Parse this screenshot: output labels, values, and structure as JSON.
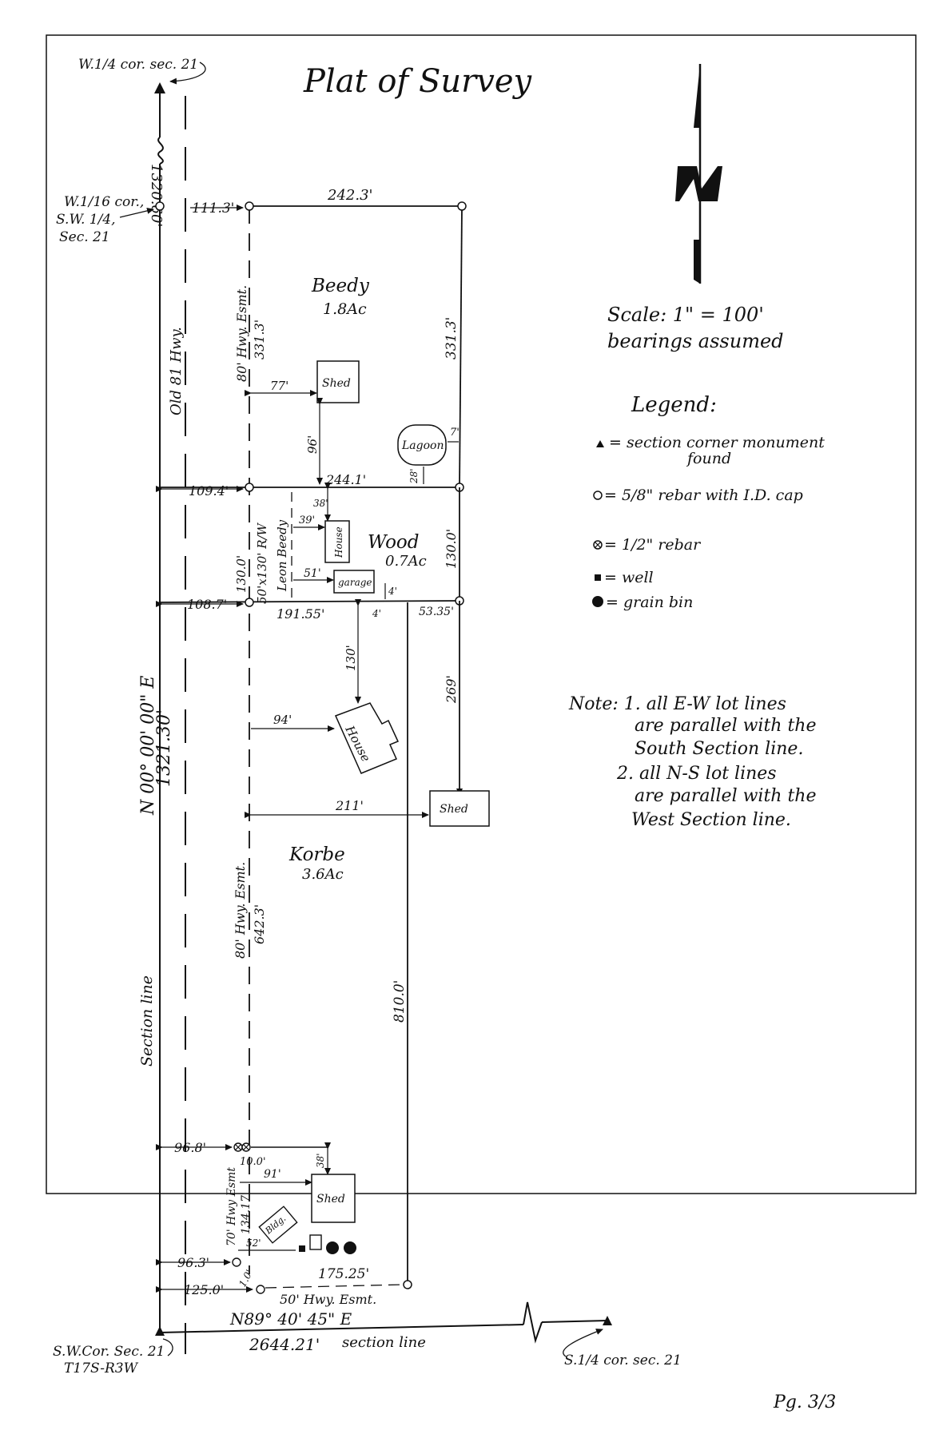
{
  "title": "Plat of Survey",
  "scale": "Scale: 1\" = 100'",
  "bearings": "bearings assumed",
  "legend": {
    "heading": "Legend:",
    "monument_1": "= section corner monument",
    "monument_2": "found",
    "rebar58": "= 5/8\" rebar with I.D. cap",
    "rebar12": "= 1/2\" rebar",
    "well": "= well",
    "grain_bin": "= grain bin"
  },
  "note": {
    "l1": "Note: 1. all E-W lot lines",
    "l2": "are parallel with the",
    "l3": "South Section line.",
    "l4": "2. all N-S lot lines",
    "l5": "are parallel with the",
    "l6": "West Section line."
  },
  "corners": {
    "w_quarter": "W.1/4 cor. sec. 21",
    "w16_1": "W.1/16 cor.,",
    "w16_2": "S.W. 1/4,",
    "w16_3": "Sec. 21",
    "sw_1": "S.W.Cor. Sec. 21",
    "sw_2": "T17S-R3W",
    "s_quarter": "S.1/4 cor. sec. 21"
  },
  "parcels": {
    "beedy": "Beedy",
    "beedy_area": "1.8Ac",
    "wood": "Wood",
    "wood_area": "0.7Ac",
    "korbe": "Korbe",
    "korbe_area": "3.6Ac"
  },
  "lines": {
    "old_hwy": "Old 81 Hwy.",
    "west_bearing": "N 00° 00' 00\" E",
    "west_dist": "1321.30'",
    "north_extent": "1320.60'",
    "section_line_west": "Section line",
    "south_bearing": "N89° 40' 45\" E",
    "south_dist": "2644.21'",
    "section_line_south": "section line"
  },
  "easements": {
    "beedy_esmt": "80' Hwy. Esmt.",
    "beedy_esmt_len": "331.3'",
    "wood_rw_1": "130.0'",
    "wood_rw_2": "50'x130' R/W",
    "wood_rw_3": "Leon Beedy",
    "korbe_esmt": "80' Hwy. Esmt.",
    "korbe_esmt_len": "642.3'",
    "south_esmt": "70' Hwy Esmt",
    "south_esmt_len": "134.17'",
    "bottom_esmt": "50' Hwy. Esmt."
  },
  "structures": {
    "shed1": "Shed",
    "lagoon": "Lagoon",
    "house_wood": "House",
    "garage": "garage",
    "house_korbe": "House",
    "shed2": "Shed",
    "shed3": "Shed",
    "bldg": "Bldg."
  },
  "dims": {
    "d111": "111.3'",
    "d242": "242.3'",
    "d331e": "331.3'",
    "d77": "77'",
    "d96": "96'",
    "d7": "7'",
    "d28": "28'",
    "d109": "109.4'",
    "d244": "244.1'",
    "d38a": "38'",
    "d39": "39'",
    "d130e": "130.0'",
    "d51": "51'",
    "d4a": "4'",
    "d108": "108.7'",
    "d191": "191.55'",
    "d53": "53.35'",
    "d4b": "4'",
    "d130h": "130'",
    "d269": "269'",
    "d94": "94'",
    "d211": "211'",
    "d810": "810.0'",
    "d968": "96.8'",
    "d10": "10.0'",
    "d91": "91'",
    "d38b": "38'",
    "d52": "52'",
    "d963": "96.3'",
    "d125": "125.0'",
    "d175": "175.25'",
    "d1": "1.0'"
  },
  "page_number": "Pg. 3/3"
}
